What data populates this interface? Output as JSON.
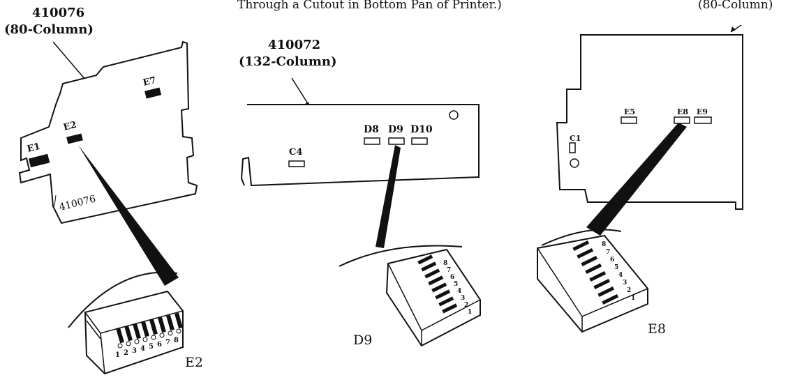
{
  "header_fragment": "Through a Cutout in Bottom Pan of Printer.)",
  "right_board_fragment": "(80-Column)",
  "left_board": {
    "part_number": "410076",
    "type": "(80-Column)",
    "silkscreen": "410076",
    "components": [
      "E1",
      "E2",
      "E7"
    ]
  },
  "middle_board": {
    "part_number": "410072",
    "type": "(132-Column)",
    "components": [
      "C4",
      "D8",
      "D9",
      "D10"
    ]
  },
  "right_board": {
    "components": [
      "C1",
      "E5",
      "E8",
      "E9"
    ]
  },
  "switch_callouts": [
    {
      "label": "E2",
      "positions": [
        "1",
        "2",
        "3",
        "4",
        "5",
        "6",
        "7",
        "8"
      ]
    },
    {
      "label": "D9",
      "positions": [
        "1",
        "2",
        "3",
        "4",
        "5",
        "6",
        "7",
        "8"
      ]
    },
    {
      "label": "E8",
      "positions": [
        "1",
        "2",
        "3",
        "4",
        "5",
        "6",
        "7",
        "8"
      ]
    }
  ],
  "colors": {
    "ink": "#111111",
    "paper": "#ffffff"
  }
}
